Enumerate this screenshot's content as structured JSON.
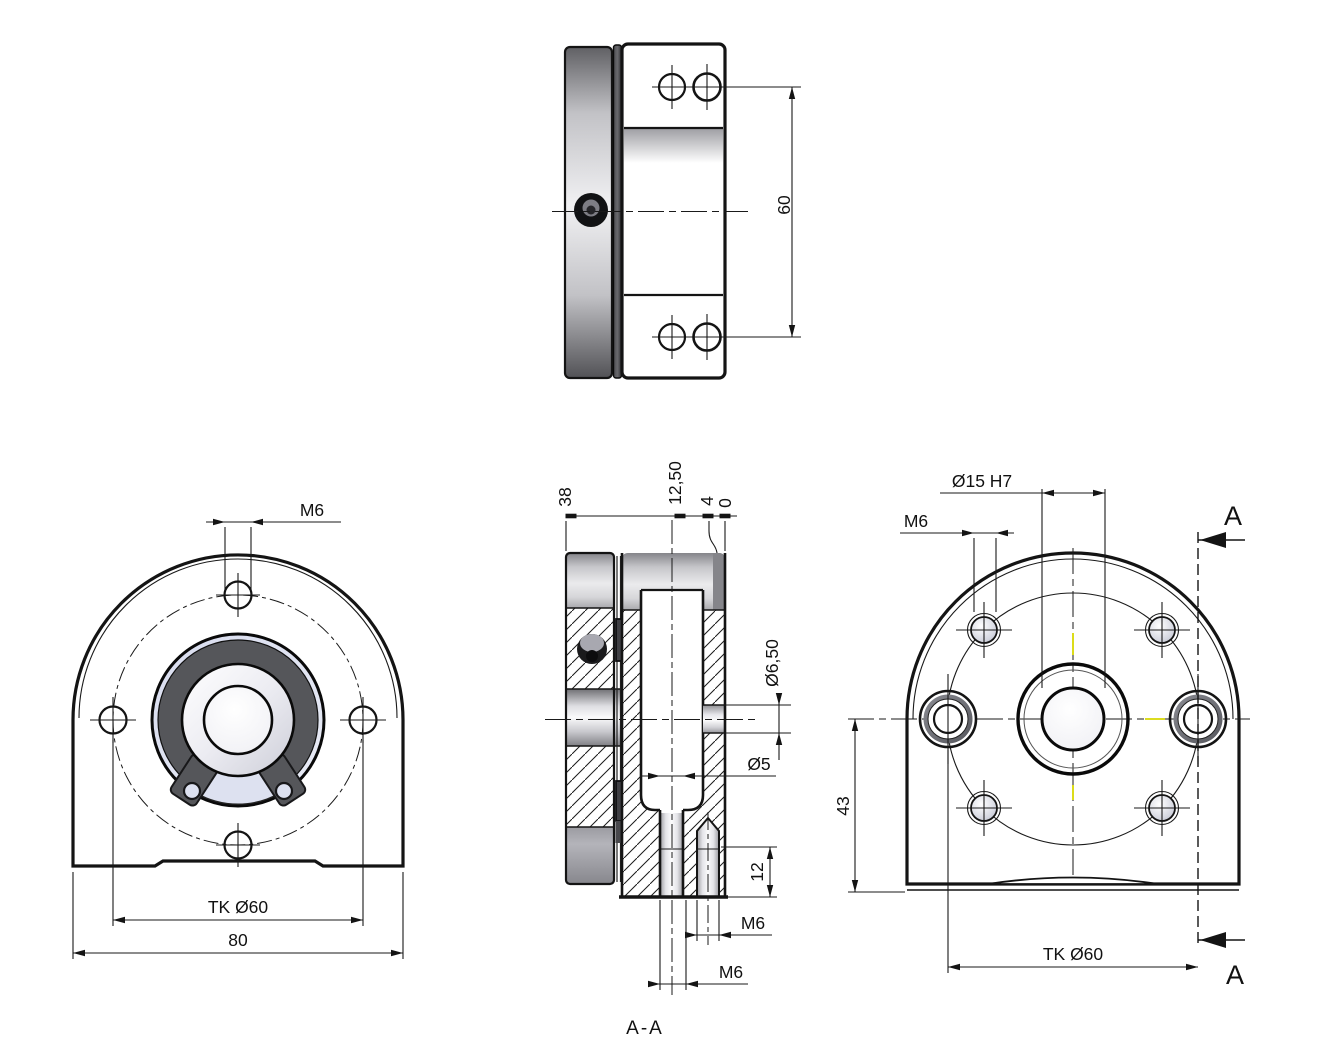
{
  "side_view": {
    "dim_height": "60"
  },
  "front_view": {
    "dim_thread": "M6",
    "dim_bolt_circle": "TK Ø60",
    "dim_width": "80"
  },
  "section_view": {
    "ordinate_38": "38",
    "ordinate_12_50": "12,50",
    "ordinate_4": "4",
    "ordinate_0": "0",
    "dim_counterbore_dia": "Ø6,50",
    "dim_pilot_dia": "Ø5",
    "dim_thread_depth": "12",
    "dim_thread_blind": "M6",
    "dim_thread_center": "M6",
    "caption": "A-A"
  },
  "rear_view": {
    "dim_bore": "Ø15 H7",
    "dim_thread": "M6",
    "dim_center_to_base": "43",
    "dim_bolt_circle": "TK Ø60",
    "section_arrow_top": "A",
    "section_arrow_bottom": "A"
  },
  "colors": {
    "line": "#141414",
    "background": "#ffffff",
    "accent_yellow": "#d8d800"
  }
}
